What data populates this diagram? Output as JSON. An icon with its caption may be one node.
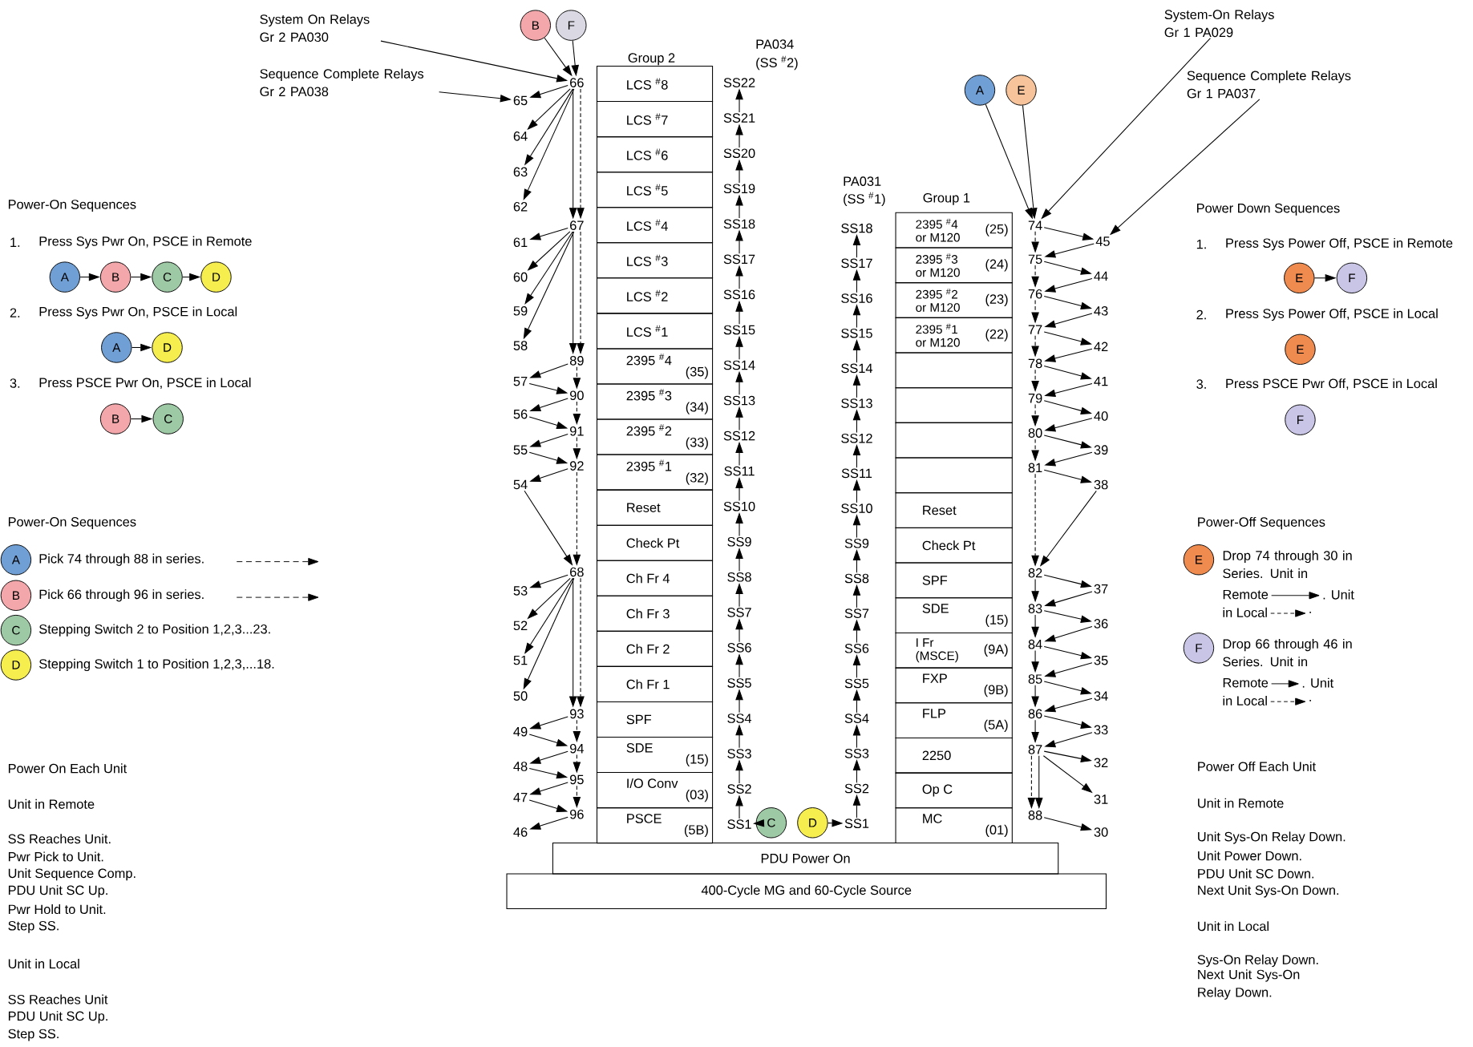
{
  "diagram": {
    "nodes": [
      {
        "text": [
          "System On Relays Gr 2 PA030"
        ]
      },
      {
        "text": [
          "Sequence Complete Relays Gr 2 PA038"
        ]
      },
      {
        "text": [
          "B"
        ]
      },
      {
        "text": [
          "F"
        ]
      },
      {
        "text": [
          "A"
        ]
      },
      {
        "text": [
          "E"
        ]
      },
      {
        "text": [
          "System-On Relays Gr 1 PA029"
        ]
      },
      {
        "text": [
          "Sequence Complete Relays Gr 1 PA037"
        ]
      },
      {
        "text": [
          "A"
        ]
      },
      {
        "text": [
          "B"
        ]
      },
      {
        "text": [
          "C"
        ]
      },
      {
        "text": [
          "D"
        ]
      },
      {
        "text": [
          "A"
        ]
      },
      {
        "text": [
          "D"
        ]
      },
      {
        "text": [
          "B"
        ]
      },
      {
        "text": [
          "C"
        ]
      },
      {
        "text": [
          "A"
        ],
        "beside": [
          "Pick 74 through 88 in series."
        ]
      },
      {
        "text": [
          "B"
        ],
        "beside": [
          "Pick 66 through 96 in series."
        ]
      },
      {
        "text": [
          "C"
        ],
        "beside": [
          "Stepping Switch 2 to Position 1,2,3...23."
        ]
      },
      {
        "text": [
          "D"
        ],
        "beside": [
          "Stepping Switch 1 to Position 1,2,3,...18."
        ]
      },
      {
        "text": [
          "E"
        ]
      },
      {
        "text": [
          "F"
        ]
      },
      {
        "text": [
          "E"
        ]
      },
      {
        "text": [
          "F"
        ]
      },
      {
        "text": [
          "E"
        ],
        "beside": [
          "Drop 74 through 30 in Series. Unit in",
          "Remote",
          ". Unit",
          "in Local",
          "."
        ]
      },
      {
        "text": [
          "F"
        ],
        "beside": [
          "Drop 66 through 46 in Series. Unit in",
          "Remote",
          ". Unit",
          "in Local",
          "."
        ]
      },
      {
        "text": [
          "LCS $^{#}$8"
        ]
      },
      {
        "text": [
          "LCS $^{#}$7"
        ]
      },
      {
        "text": [
          "LCS $^{#}$6"
        ]
      },
      {
        "text": [
          "LCS $^{#}$5"
        ]
      },
      {
        "text": [
          "LCS $^{#}$4"
        ]
      },
      {
        "text": [
          "LCS $^{#}$3"
        ]
      },
      {
        "text": [
          "LCS $^{#}$2"
        ]
      },
      {
        "text": [
          "LCS $^{#}$1"
        ]
      },
      {
        "text": [
          "2395 $^{#}$4",
          "(35)"
        ]
      },
      {
        "text": [
          "2395 $^{#}$3",
          "(34)"
        ]
      },
      {
        "text": [
          "2395 $^{#}$2",
          "(33)"
        ]
      },
      {
        "text": [
          "2395 $^{#}$1",
          "(32)"
        ]
      },
      {
        "text": [
          "Reset"
        ]
      },
      {
        "text": [
          "Check Pt"
        ]
      },
      {
        "text": [
          "Ch Fr 4"
        ]
      },
      {
        "text": [
          "Ch Fr 3"
        ]
      },
      {
        "text": [
          "Ch Fr 2"
        ]
      },
      {
        "text": [
          "Ch Fr 1"
        ]
      },
      {
        "text": [
          "SPF"
        ]
      },
      {
        "text": [
          "SDE",
          "(15)"
        ]
      },
      {
        "text": [
          "I/O Conv",
          "(03)"
        ]
      },
      {
        "text": [
          "PSCE",
          "(5B)"
        ]
      },
      {
        "text": [
          "2395 $^{#}$4 or M120",
          "(25)"
        ]
      },
      {
        "text": [
          "2395 $^{#}$3 or M120",
          "(24)"
        ]
      },
      {
        "text": [
          "2395 $^{#}$2 or M120",
          "(23)"
        ]
      },
      {
        "text": [
          "2395 $^{#}$1 or M120",
          "(22)"
        ]
      },
      {
        "text": [],
        "shape": "box"
      },
      {
        "text": [],
        "shape": "box"
      },
      {
        "text": [],
        "shape": "box"
      },
      {
        "text": [],
        "shape": "box"
      },
      {
        "text": [
          "Reset"
        ]
      },
      {
        "text": [
          "Check Pt"
        ]
      },
      {
        "text": [
          "SPF"
        ]
      },
      {
        "text": [
          "SDE",
          "(15)"
        ]
      },
      {
        "text": [
          "I Fr (MSCE)",
          "(9A)"
        ]
      },
      {
        "text": [
          "FXP",
          "(9B)"
        ]
      },
      {
        "text": [
          "FLP",
          "(5A)"
        ]
      },
      {
        "text": [
          "2250"
        ]
      },
      {
        "text": [
          "Op C"
        ]
      },
      {
        "text": [
          "MC",
          "(01)"
        ]
      },
      {
        "text": [
          "PDU Power On"
        ]
      },
      {
        "text": [
          "400-Cycle MG and 60-Cycle Source"
        ]
      },
      {
        "text": [
          "SS22"
        ]
      },
      {
        "text": [
          "SS21"
        ]
      },
      {
        "text": [
          "SS20"
        ]
      },
      {
        "text": [
          "SS19"
        ]
      },
      {
        "text": [
          "SS18"
        ]
      },
      {
        "text": [
          "SS17"
        ]
      },
      {
        "text": [
          "SS16"
        ]
      },
      {
        "text": [
          "SS15"
        ]
      },
      {
        "text": [
          "SS14"
        ]
      },
      {
        "text": [
          "SS13"
        ]
      },
      {
        "text": [
          "SS12"
        ]
      },
      {
        "text": [
          "SS11"
        ]
      },
      {
        "text": [
          "SS10"
        ]
      },
      {
        "text": [
          "SS9"
        ]
      },
      {
        "text": [
          "SS8"
        ]
      },
      {
        "text": [
          "SS7"
        ]
      },
      {
        "text": [
          "SS6"
        ]
      },
      {
        "text": [
          "SS5"
        ]
      },
      {
        "text": [
          "SS4"
        ]
      },
      {
        "text": [
          "SS3"
        ]
      },
      {
        "text": [
          "SS2"
        ]
      },
      {
        "text": [
          "SS1"
        ]
      },
      {
        "text": [
          "SS18"
        ]
      },
      {
        "text": [
          "SS17"
        ]
      },
      {
        "text": [
          "SS16"
        ]
      },
      {
        "text": [
          "SS15"
        ]
      },
      {
        "text": [
          "SS14"
        ]
      },
      {
        "text": [
          "SS13"
        ]
      },
      {
        "text": [
          "SS12"
        ]
      },
      {
        "text": [
          "SS11"
        ]
      },
      {
        "text": [
          "SS10"
        ]
      },
      {
        "text": [
          "SS9"
        ]
      },
      {
        "text": [
          "SS8"
        ]
      },
      {
        "text": [
          "SS7"
        ]
      },
      {
        "text": [
          "SS6"
        ]
      },
      {
        "text": [
          "SS5"
        ]
      },
      {
        "text": [
          "SS4"
        ]
      },
      {
        "text": [
          "SS3"
        ]
      },
      {
        "text": [
          "SS2"
        ]
      },
      {
        "text": [
          "SS1"
        ]
      },
      {
        "text": [
          "C"
        ]
      },
      {
        "text": [
          "D"
        ]
      },
      {
        "text": [
          "66"
        ]
      },
      {
        "text": [
          "65"
        ]
      },
      {
        "text": [
          "64"
        ]
      },
      {
        "text": [
          "63"
        ]
      },
      {
        "text": [
          "62"
        ]
      },
      {
        "text": [
          "67"
        ]
      },
      {
        "text": [
          "61"
        ]
      },
      {
        "text": [
          "60"
        ]
      },
      {
        "text": [
          "59"
        ]
      },
      {
        "text": [
          "58"
        ]
      },
      {
        "text": [
          "89"
        ]
      },
      {
        "text": [
          "57"
        ]
      },
      {
        "text": [
          "90"
        ]
      },
      {
        "text": [
          "56"
        ]
      },
      {
        "text": [
          "91"
        ]
      },
      {
        "text": [
          "55"
        ]
      },
      {
        "text": [
          "92"
        ]
      },
      {
        "text": [
          "54"
        ]
      },
      {
        "text": [
          "68"
        ]
      },
      {
        "text": [
          "53"
        ]
      },
      {
        "text": [
          "52"
        ]
      },
      {
        "text": [
          "51"
        ]
      },
      {
        "text": [
          "50"
        ]
      },
      {
        "text": [
          "93"
        ]
      },
      {
        "text": [
          "49"
        ]
      },
      {
        "text": [
          "94"
        ]
      },
      {
        "text": [
          "48"
        ]
      },
      {
        "text": [
          "95"
        ]
      },
      {
        "text": [
          "47"
        ]
      },
      {
        "text": [
          "96"
        ]
      },
      {
        "text": [
          "46"
        ]
      },
      {
        "text": [
          "74"
        ]
      },
      {
        "text": [
          "45"
        ]
      },
      {
        "text": [
          "75"
        ]
      },
      {
        "text": [
          "44"
        ]
      },
      {
        "text": [
          "76"
        ]
      },
      {
        "text": [
          "43"
        ]
      },
      {
        "text": [
          "77"
        ]
      },
      {
        "text": [
          "42"
        ]
      },
      {
        "text": [
          "78"
        ]
      },
      {
        "text": [
          "41"
        ]
      },
      {
        "text": [
          "79"
        ]
      },
      {
        "text": [
          "40"
        ]
      },
      {
        "text": [
          "80"
        ]
      },
      {
        "text": [
          "39"
        ]
      },
      {
        "text": [
          "81"
        ]
      },
      {
        "text": [
          "38"
        ]
      },
      {
        "text": [
          "82"
        ]
      },
      {
        "text": [
          "37"
        ]
      },
      {
        "text": [
          "83"
        ]
      },
      {
        "text": [
          "36"
        ]
      },
      {
        "text": [
          "84"
        ]
      },
      {
        "text": [
          "35"
        ]
      },
      {
        "text": [
          "85"
        ]
      },
      {
        "text": [
          "34"
        ]
      },
      {
        "text": [
          "86"
        ]
      },
      {
        "text": [
          "33"
        ]
      },
      {
        "text": [
          "87"
        ]
      },
      {
        "text": [
          "32"
        ]
      },
      {
        "text": [
          "31"
        ]
      },
      {
        "text": [
          "88"
        ]
      },
      {
        "text": [
          "30"
        ]
      }
    ],
    "edges": [
      {
        "from": 0,
        "to": 110,
        "arrow": "to"
      },
      {
        "from": 1,
        "to": 111,
        "arrow": "to"
      },
      {
        "from": 2,
        "to": 110,
        "arrow": "to"
      },
      {
        "from": 3,
        "to": 110,
        "arrow": "to"
      },
      {
        "from": 4,
        "to": 141,
        "arrow": "to"
      },
      {
        "from": 5,
        "to": 141,
        "arrow": "to"
      },
      {
        "from": 6,
        "to": 141,
        "arrow": "to"
      },
      {
        "from": 7,
        "to": 142,
        "arrow": "to"
      },
      {
        "from": 8,
        "to": 9,
        "arrow": "to"
      },
      {
        "from": 9,
        "to": 10,
        "arrow": "to"
      },
      {
        "from": 10,
        "to": 11,
        "arrow": "to"
      },
      {
        "from": 12,
        "to": 13,
        "arrow": "to"
      },
      {
        "from": 14,
        "to": 15,
        "arrow": "to"
      },
      {
        "from": 20,
        "to": 21,
        "arrow": "to"
      },
      {
        "from": 110,
        "to": 111,
        "arrow": "to"
      },
      {
        "from": 110,
        "to": 112,
        "arrow": "to"
      },
      {
        "from": 110,
        "to": 113,
        "arrow": "to"
      },
      {
        "from": 110,
        "to": 114,
        "arrow": "to"
      },
      {
        "from": 110,
        "to": 115,
        "arrow": "to"
      },
      {
        "from": 110,
        "to": 115,
        "arrow": "to",
        "style": "dashed"
      },
      {
        "from": 115,
        "to": 116,
        "arrow": "to"
      },
      {
        "from": 115,
        "to": 117,
        "arrow": "to"
      },
      {
        "from": 115,
        "to": 118,
        "arrow": "to"
      },
      {
        "from": 115,
        "to": 119,
        "arrow": "to"
      },
      {
        "from": 115,
        "to": 120,
        "arrow": "to"
      },
      {
        "from": 115,
        "to": 120,
        "arrow": "to",
        "style": "dashed"
      },
      {
        "from": 120,
        "to": 121,
        "arrow": "to"
      },
      {
        "from": 121,
        "to": 122,
        "arrow": "to"
      },
      {
        "from": 120,
        "to": 122,
        "arrow": "to",
        "style": "dashed"
      },
      {
        "from": 122,
        "to": 123,
        "arrow": "to"
      },
      {
        "from": 123,
        "to": 124,
        "arrow": "to"
      },
      {
        "from": 122,
        "to": 124,
        "arrow": "to",
        "style": "dashed"
      },
      {
        "from": 124,
        "to": 125,
        "arrow": "to"
      },
      {
        "from": 125,
        "to": 126,
        "arrow": "to"
      },
      {
        "from": 124,
        "to": 126,
        "arrow": "to",
        "style": "dashed"
      },
      {
        "from": 126,
        "to": 127,
        "arrow": "to"
      },
      {
        "from": 127,
        "to": 128,
        "arrow": "to"
      },
      {
        "from": 126,
        "to": 128,
        "arrow": "to",
        "style": "dashed"
      },
      {
        "from": 128,
        "to": 129,
        "arrow": "to"
      },
      {
        "from": 128,
        "to": 130,
        "arrow": "to"
      },
      {
        "from": 128,
        "to": 131,
        "arrow": "to"
      },
      {
        "from": 128,
        "to": 132,
        "arrow": "to"
      },
      {
        "from": 128,
        "to": 133,
        "arrow": "to"
      },
      {
        "from": 128,
        "to": 133,
        "arrow": "to",
        "style": "dashed"
      },
      {
        "from": 133,
        "to": 134,
        "arrow": "to"
      },
      {
        "from": 134,
        "to": 135,
        "arrow": "to"
      },
      {
        "from": 133,
        "to": 135,
        "arrow": "to",
        "style": "dashed"
      },
      {
        "from": 135,
        "to": 136,
        "arrow": "to"
      },
      {
        "from": 136,
        "to": 137,
        "arrow": "to"
      },
      {
        "from": 135,
        "to": 137,
        "arrow": "to",
        "style": "dashed"
      },
      {
        "from": 137,
        "to": 138,
        "arrow": "to"
      },
      {
        "from": 138,
        "to": 139,
        "arrow": "to"
      },
      {
        "from": 137,
        "to": 139,
        "arrow": "to",
        "style": "dashed"
      },
      {
        "from": 139,
        "to": 140,
        "arrow": "to"
      },
      {
        "from": 141,
        "to": 142,
        "arrow": "to"
      },
      {
        "from": 142,
        "to": 143,
        "arrow": "to"
      },
      {
        "from": 141,
        "to": 143,
        "arrow": "to",
        "style": "dashed"
      },
      {
        "from": 143,
        "to": 144,
        "arrow": "to"
      },
      {
        "from": 144,
        "to": 145,
        "arrow": "to"
      },
      {
        "from": 143,
        "to": 145,
        "arrow": "to",
        "style": "dashed"
      },
      {
        "from": 145,
        "to": 146,
        "arrow": "to"
      },
      {
        "from": 146,
        "to": 147,
        "arrow": "to"
      },
      {
        "from": 145,
        "to": 147,
        "arrow": "to",
        "style": "dashed"
      },
      {
        "from": 147,
        "to": 148,
        "arrow": "to"
      },
      {
        "from": 148,
        "to": 149,
        "arrow": "to"
      },
      {
        "from": 147,
        "to": 149,
        "arrow": "to",
        "style": "dashed"
      },
      {
        "from": 149,
        "to": 150,
        "arrow": "to"
      },
      {
        "from": 150,
        "to": 151,
        "arrow": "to"
      },
      {
        "from": 149,
        "to": 151,
        "arrow": "to",
        "style": "dashed"
      },
      {
        "from": 151,
        "to": 152,
        "arrow": "to"
      },
      {
        "from": 152,
        "to": 153,
        "arrow": "to"
      },
      {
        "from": 151,
        "to": 153,
        "arrow": "to",
        "style": "dashed"
      },
      {
        "from": 153,
        "to": 154,
        "arrow": "to"
      },
      {
        "from": 154,
        "to": 155,
        "arrow": "to"
      },
      {
        "from": 153,
        "to": 155,
        "arrow": "to",
        "style": "dashed"
      },
      {
        "from": 155,
        "to": 156,
        "arrow": "to"
      },
      {
        "from": 156,
        "to": 157,
        "arrow": "to"
      },
      {
        "from": 155,
        "to": 157,
        "arrow": "to",
        "style": "dashed"
      },
      {
        "from": 157,
        "to": 158,
        "arrow": "to"
      },
      {
        "from": 158,
        "to": 159,
        "arrow": "to"
      },
      {
        "from": 157,
        "to": 159,
        "arrow": "to"
      },
      {
        "from": 159,
        "to": 160,
        "arrow": "to"
      },
      {
        "from": 160,
        "to": 161,
        "arrow": "to"
      },
      {
        "from": 159,
        "to": 161,
        "arrow": "to"
      },
      {
        "from": 161,
        "to": 162,
        "arrow": "to"
      },
      {
        "from": 162,
        "to": 163,
        "arrow": "to"
      },
      {
        "from": 161,
        "to": 163,
        "arrow": "to"
      },
      {
        "from": 163,
        "to": 164,
        "arrow": "to"
      },
      {
        "from": 164,
        "to": 165,
        "arrow": "to"
      },
      {
        "from": 163,
        "to": 165,
        "arrow": "to"
      },
      {
        "from": 165,
        "to": 166,
        "arrow": "to"
      },
      {
        "from": 166,
        "to": 167,
        "arrow": "to"
      },
      {
        "from": 165,
        "to": 167,
        "arrow": "to"
      },
      {
        "from": 167,
        "to": 168,
        "arrow": "to"
      },
      {
        "from": 167,
        "to": 169,
        "arrow": "to"
      },
      {
        "from": 167,
        "to": 170,
        "arrow": "to",
        "style": "dashed"
      },
      {
        "from": 167,
        "to": 170,
        "arrow": "to"
      },
      {
        "from": 170,
        "to": 171,
        "arrow": "to"
      },
      {
        "from": 89,
        "to": 88,
        "arrow": "to"
      },
      {
        "from": 88,
        "to": 87,
        "arrow": "to"
      },
      {
        "from": 87,
        "to": 86,
        "arrow": "to"
      },
      {
        "from": 86,
        "to": 85,
        "arrow": "to"
      },
      {
        "from": 85,
        "to": 84,
        "arrow": "to"
      },
      {
        "from": 84,
        "to": 83,
        "arrow": "to"
      },
      {
        "from": 83,
        "to": 82,
        "arrow": "to"
      },
      {
        "from": 82,
        "to": 81,
        "arrow": "to"
      },
      {
        "from": 81,
        "to": 80,
        "arrow": "to"
      },
      {
        "from": 80,
        "to": 79,
        "arrow": "to"
      },
      {
        "from": 79,
        "to": 78,
        "arrow": "to"
      },
      {
        "from": 78,
        "to": 77,
        "arrow": "to"
      },
      {
        "from": 77,
        "to": 76,
        "arrow": "to"
      },
      {
        "from": 76,
        "to": 75,
        "arrow": "to"
      },
      {
        "from": 75,
        "to": 74,
        "arrow": "to"
      },
      {
        "from": 74,
        "to": 73,
        "arrow": "to"
      },
      {
        "from": 73,
        "to": 72,
        "arrow": "to"
      },
      {
        "from": 72,
        "to": 71,
        "arrow": "to"
      },
      {
        "from": 71,
        "to": 70,
        "arrow": "to"
      },
      {
        "from": 70,
        "to": 69,
        "arrow": "to"
      },
      {
        "from": 69,
        "to": 68,
        "arrow": "to"
      },
      {
        "from": 107,
        "to": 106,
        "arrow": "to"
      },
      {
        "from": 106,
        "to": 105,
        "arrow": "to"
      },
      {
        "from": 105,
        "to": 104,
        "arrow": "to"
      },
      {
        "from": 104,
        "to": 103,
        "arrow": "to"
      },
      {
        "from": 103,
        "to": 102,
        "arrow": "to"
      },
      {
        "from": 102,
        "to": 101,
        "arrow": "to"
      },
      {
        "from": 101,
        "to": 100,
        "arrow": "to"
      },
      {
        "from": 100,
        "to": 99,
        "arrow": "to"
      },
      {
        "from": 99,
        "to": 98,
        "arrow": "to"
      },
      {
        "from": 98,
        "to": 97,
        "arrow": "to"
      },
      {
        "from": 97,
        "to": 96,
        "arrow": "to"
      },
      {
        "from": 96,
        "to": 95,
        "arrow": "to"
      },
      {
        "from": 95,
        "to": 94,
        "arrow": "to"
      },
      {
        "from": 94,
        "to": 93,
        "arrow": "to"
      },
      {
        "from": 93,
        "to": 92,
        "arrow": "to"
      },
      {
        "from": 92,
        "to": 91,
        "arrow": "to"
      },
      {
        "from": 91,
        "to": 90,
        "arrow": "to"
      },
      {
        "from": 108,
        "to": 89,
        "arrow": "to"
      },
      {
        "from": 109,
        "to": 107,
        "arrow": "to"
      }
    ],
    "labels": [
      "Group 2",
      "PA034",
      "(SS $^{#}$2)",
      "PA031",
      "(SS $^{#}$1)",
      "Group 1",
      "Power-On Sequences",
      "1.",
      "Press Sys Pwr On, PSCE in Remote",
      "2.",
      "Press Sys Pwr On, PSCE in Local",
      "3.",
      "Press PSCE Pwr On, PSCE in Local",
      "Power-On Sequences",
      "Power On Each Unit",
      "Unit in Remote",
      "SS Reaches Unit.",
      "Pwr Pick to Unit.",
      "Unit Sequence Comp.",
      "PDU Unit SC Up.",
      "Pwr Hold to Unit.",
      "Step SS.",
      "Unit in Local",
      "SS Reaches Unit",
      "PDU Unit SC Up.",
      "Step SS.",
      "Power Down Sequences",
      "1.",
      "Press Sys Power Off, PSCE in Remote",
      "2.",
      "Press Sys Power Off, PSCE in Local",
      "3.",
      "Press PSCE Pwr Off, PSCE in Local",
      "Power-Off Sequences",
      "Power Off Each Unit",
      "Unit in Remote",
      "Unit Sys-On Relay Down.",
      "Unit Power Down.",
      "PDU Unit SC Down.",
      "Next Unit Sys-On Down.",
      "Unit in Local",
      "Sys-On Relay Down.",
      "Next Unit Sys-On Relay Down."
    ]
  }
}
